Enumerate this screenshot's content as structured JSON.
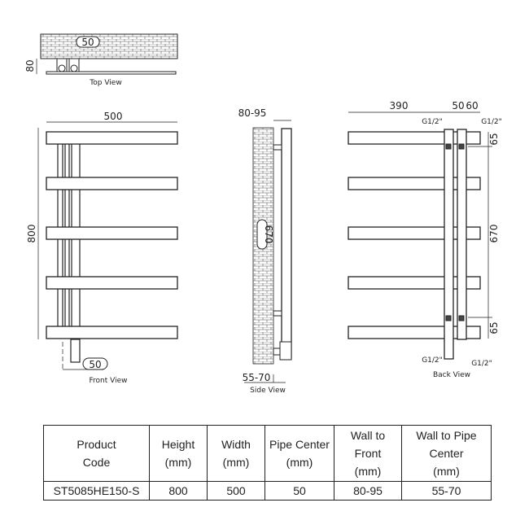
{
  "views": {
    "top": {
      "caption": "Top View",
      "pipe_center": "50",
      "depth": "80"
    },
    "front": {
      "caption": "Front View",
      "width": "500",
      "height": "800",
      "pipe_center": "50"
    },
    "side": {
      "caption": "Side View",
      "wall_to_front": "80-95",
      "pipe_spacing": "670",
      "wall_to_pipe": "55-70"
    },
    "back": {
      "caption": "Back View",
      "dim_left": "390",
      "dim_pipe": "50",
      "dim_right": "60",
      "top_offset": "65",
      "pipe_spacing": "670",
      "bottom_offset": "65",
      "connections": [
        "G1/2\"",
        "G1/2\"",
        "G1/2\"",
        "G1/2\""
      ]
    }
  },
  "table": {
    "headers": [
      [
        "Product",
        "Code"
      ],
      [
        "Height",
        "(mm)"
      ],
      [
        "Width",
        "(mm)"
      ],
      [
        "Pipe Center",
        "(mm)"
      ],
      [
        "Wall to",
        "Front",
        "(mm)"
      ],
      [
        "Wall to Pipe",
        "Center",
        "(mm)"
      ]
    ],
    "row": [
      "ST5085HE150-S",
      "800",
      "500",
      "50",
      "80-95",
      "55-70"
    ]
  }
}
